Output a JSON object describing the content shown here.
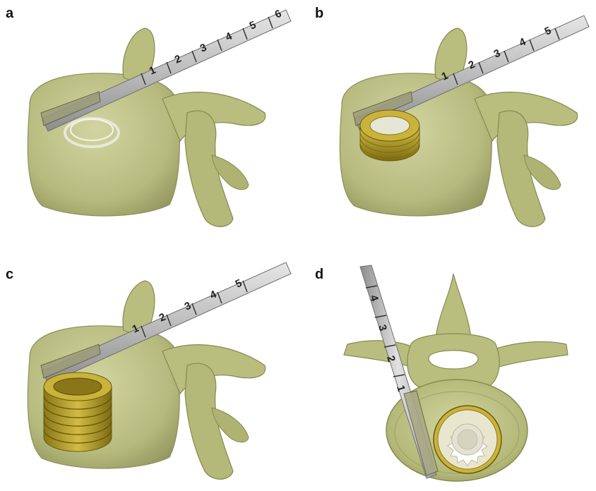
{
  "figure": {
    "panels": [
      {
        "id": "a",
        "label": "a",
        "ruler_numbers": [
          "1",
          "2",
          "3",
          "4",
          "5",
          "6"
        ],
        "implant_stage": "single-coil"
      },
      {
        "id": "b",
        "label": "b",
        "ruler_numbers": [
          "1",
          "2",
          "3",
          "4",
          "5"
        ],
        "implant_stage": "partial-stack"
      },
      {
        "id": "c",
        "label": "c",
        "ruler_numbers": [
          "1",
          "2",
          "3",
          "4",
          "5"
        ],
        "implant_stage": "full-stack"
      },
      {
        "id": "d",
        "label": "d",
        "ruler_numbers": [
          "1",
          "2",
          "3",
          "4"
        ],
        "implant_stage": "top-view"
      }
    ],
    "colors": {
      "bone": "#b9bd7e",
      "bone_dark": "#8f9358",
      "bone_light": "#d4d6a4",
      "implant_gold": "#b8a22a",
      "implant_gold_dark": "#7d6b12",
      "instrument": "#c8c8c8",
      "instrument_dark": "#8a8a8a"
    }
  }
}
